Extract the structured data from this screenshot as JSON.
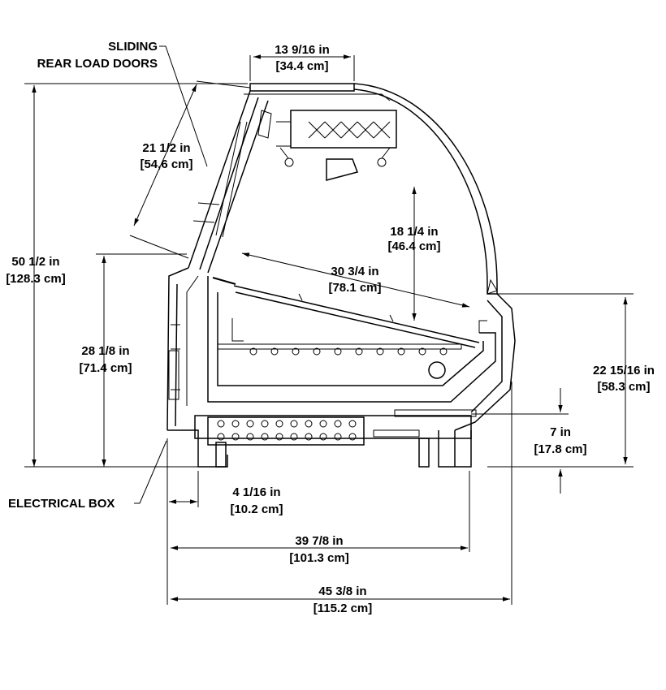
{
  "labels": {
    "sliding_doors_1": "SLIDING",
    "sliding_doors_2": "REAR LOAD DOORS",
    "electrical_box": "ELECTRICAL BOX"
  },
  "dimensions": {
    "top_width_in": "13 9/16 in",
    "top_width_cm": "[34.4 cm]",
    "door_len_in": "21 1/2 in",
    "door_len_cm": "[54,6 cm]",
    "overall_height_in": "50 1/2 in",
    "overall_height_cm": "[128.3 cm]",
    "interior_height_in": "18 1/4 in",
    "interior_height_cm": "[46.4 cm]",
    "deck_len_in": "30 3/4 in",
    "deck_len_cm": "[78.1 cm]",
    "rear_height_in": "28 1/8 in",
    "rear_height_cm": "[71.4 cm]",
    "front_height_in": "22 15/16 in",
    "front_height_cm": "[58.3 cm]",
    "kick_in": "7 in",
    "kick_cm": "[17.8 cm]",
    "offset_in": "4 1/16 in",
    "offset_cm": "[10.2 cm]",
    "base_width_in": "39 7/8 in",
    "base_width_cm": "[101.3 cm]",
    "overall_width_in": "45 3/8 in",
    "overall_width_cm": "[115.2 cm]"
  }
}
